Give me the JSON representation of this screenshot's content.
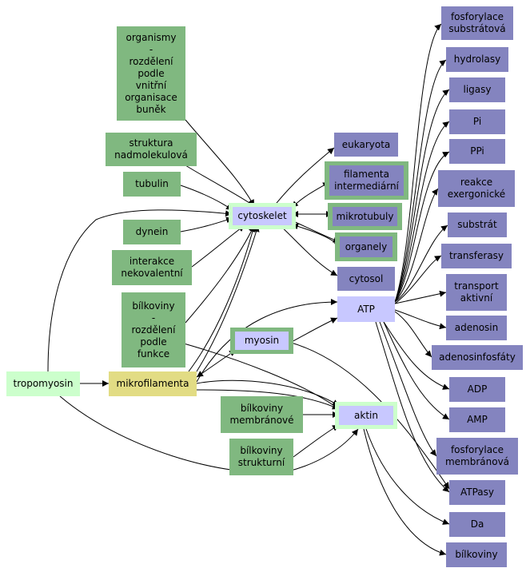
{
  "colors": {
    "topic_green": "#80b880",
    "term_blue": "#8484bf",
    "hub_pale_blue": "#c8c8ff",
    "ring_mint": "#ccffcc",
    "mikrofilamenta_yellow": "#e2dc84",
    "edge": "#000000"
  },
  "nodes": {
    "organismy": "organismy\n-\nrozdělení\npodle\nvnitřní\norganisace\nbuněk",
    "struktura": "struktura\nnadmolekulová",
    "tubulin": "tubulin",
    "dynein": "dynein",
    "interakce": "interakce\nnekovalentní",
    "bilkoviny_funkce": "bílkoviny\n-\nrozdělení\npodle\nfunkce",
    "tropomyosin": "tropomyosin",
    "mikrofilamenta": "mikrofilamenta",
    "myosin": "myosin",
    "bilkoviny_membranove": "bílkoviny\nmembránové",
    "bilkoviny_strukturni": "bílkoviny\nstrukturní",
    "cytoskelet": "cytoskelet",
    "eukaryota": "eukaryota",
    "filamenta_intermediarni": "filamenta\nintermediární",
    "mikrotubuly": "mikrotubuly",
    "organely": "organely",
    "cytosol": "cytosol",
    "atp": "ATP",
    "aktin": "aktin",
    "fosforylace_substratova": "fosforylace\nsubstrátová",
    "hydrolasy": "hydrolasy",
    "ligasy": "ligasy",
    "pi": "Pi",
    "ppi": "PPi",
    "reakce_exergonicke": "reakce\nexergonické",
    "substrat": "substrát",
    "transferasy": "transferasy",
    "transport_aktivni": "transport\naktivní",
    "adenosin": "adenosin",
    "adenosinfosfaty": "adenosinfosfáty",
    "adp": "ADP",
    "amp": "AMP",
    "fosforylace_membranova": "fosforylace\nmembránová",
    "atpasy": "ATPasy",
    "da": "Da",
    "bilkoviny": "bílkoviny"
  }
}
